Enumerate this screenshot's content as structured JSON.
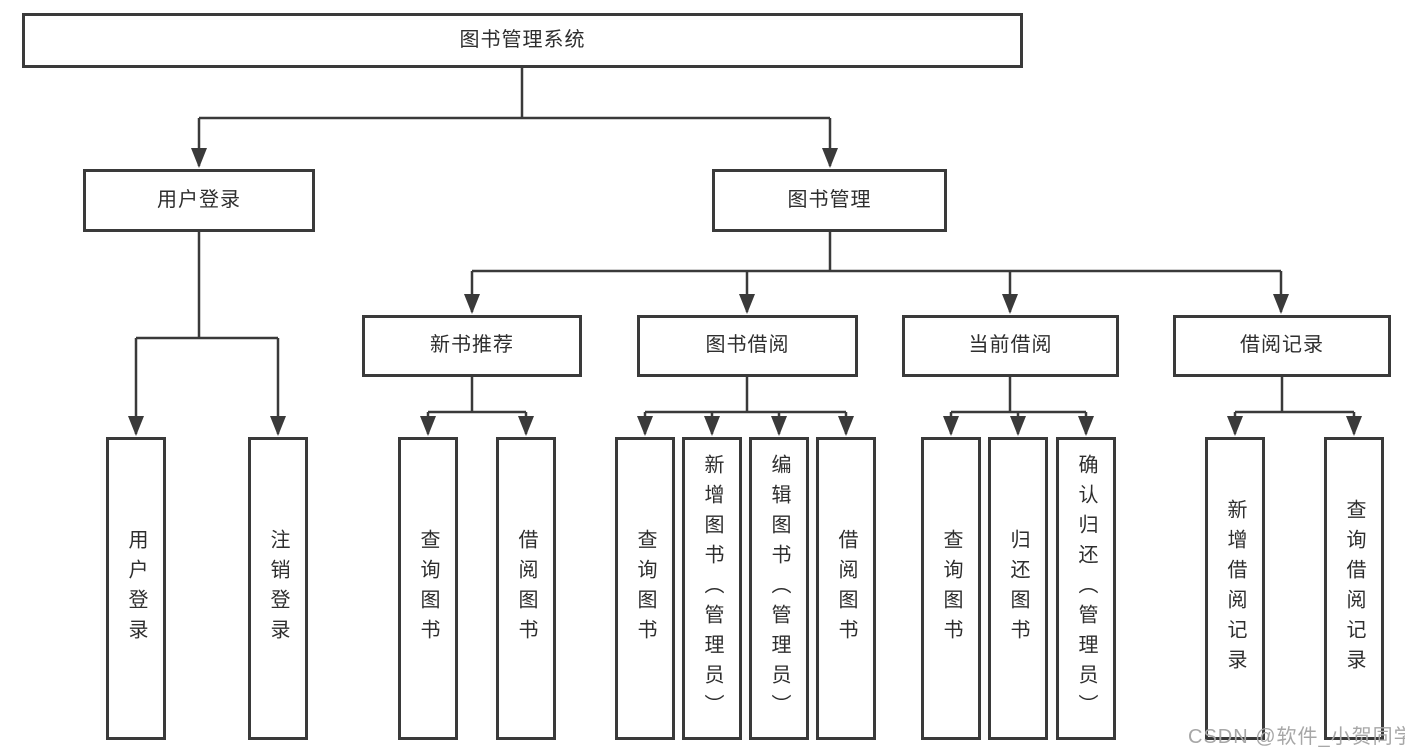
{
  "diagram": {
    "root": {
      "label": "图书管理系统"
    },
    "level2": [
      {
        "label": "用户登录"
      },
      {
        "label": "图书管理"
      }
    ],
    "level3": [
      {
        "label": "新书推荐"
      },
      {
        "label": "图书借阅"
      },
      {
        "label": "当前借阅"
      },
      {
        "label": "借阅记录"
      }
    ],
    "leaves": [
      {
        "label": "用户登录"
      },
      {
        "label": "注销登录"
      },
      {
        "label": "查询图书"
      },
      {
        "label": "借阅图书"
      },
      {
        "label": "查询图书"
      },
      {
        "label": "新增图书（管理员）"
      },
      {
        "label": "编辑图书（管理员）"
      },
      {
        "label": "借阅图书"
      },
      {
        "label": "查询图书"
      },
      {
        "label": "归还图书"
      },
      {
        "label": "确认归还（管理员）"
      },
      {
        "label": "新增借阅记录"
      },
      {
        "label": "查询借阅记录"
      }
    ]
  },
  "watermark": {
    "text": "CSDN @软件_小贺同学"
  },
  "colors": {
    "line": "#3a3a3a",
    "text": "#2e2e2e",
    "background": "#ffffff",
    "watermark": "#a7a7a7"
  }
}
